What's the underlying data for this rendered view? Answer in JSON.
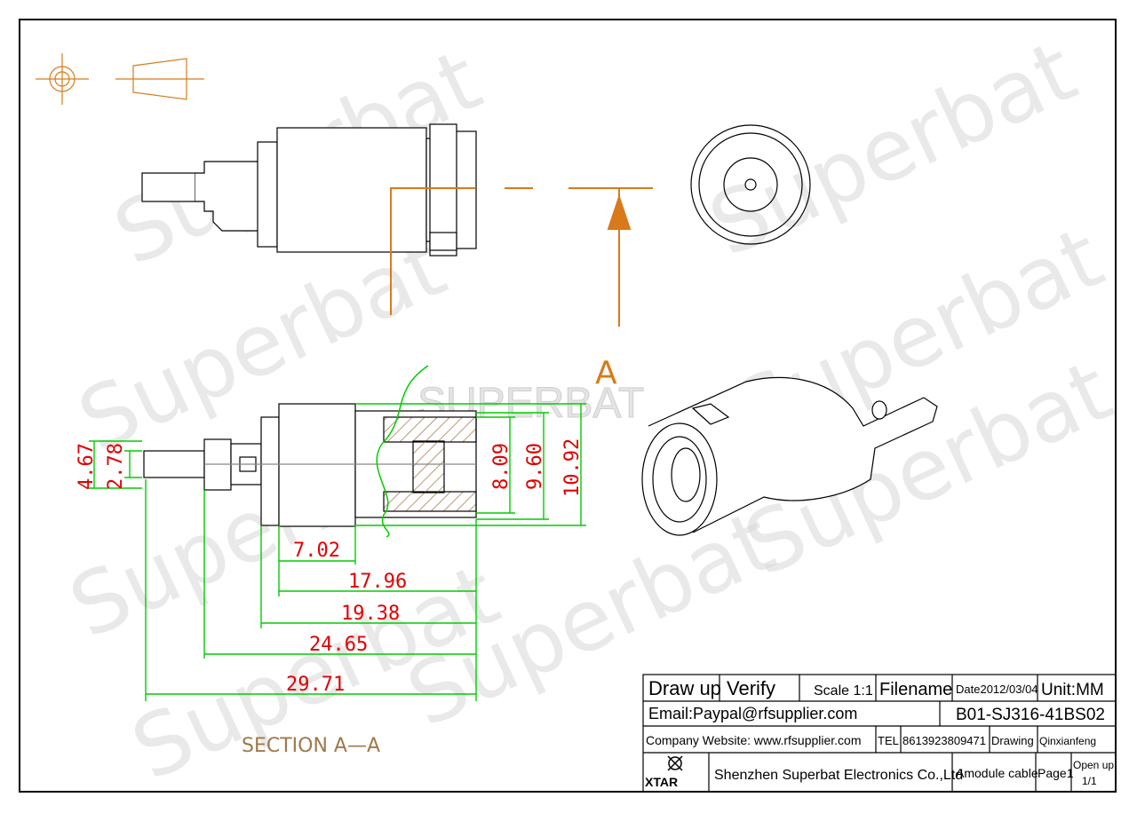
{
  "watermark": {
    "text": "Superbat",
    "center_text": "SUPERBAT"
  },
  "section_label": "SECTION A—A",
  "section_marker": "A",
  "dimensions": {
    "d1": "4.67",
    "d2": "2.78",
    "d3": "8.09",
    "d4": "9.60",
    "d5": "10.92",
    "l1": "7.02",
    "l2": "17.96",
    "l3": "19.38",
    "l4": "24.65",
    "l5": "29.71"
  },
  "title_block": {
    "draw_up": "Draw up",
    "verify": "Verify",
    "scale": "Scale 1:1",
    "filename": "Filename",
    "date": "Date2012/03/04",
    "unit": "Unit:MM",
    "email": "Email:Paypal@rfsupplier.com",
    "part_no": "B01-SJ316-41BS02",
    "website": "Company Website:  www.rfsupplier.com",
    "tel_label": "TEL",
    "tel": "8613923809471",
    "drawing_label": "Drawing",
    "drawer": "Qinxianfeng",
    "logo": "XTAR",
    "company": "Shenzhen Superbat Electronics Co.,Ltd",
    "cable": "Amodule cable",
    "page": "Page1",
    "open_up": "Open up",
    "open_up_pages": "1/1"
  },
  "colors": {
    "outline": "#000000",
    "dimension": "#00cc00",
    "dim_text": "#e00000",
    "section": "#d87a1a",
    "cutline": "#a0784a"
  }
}
